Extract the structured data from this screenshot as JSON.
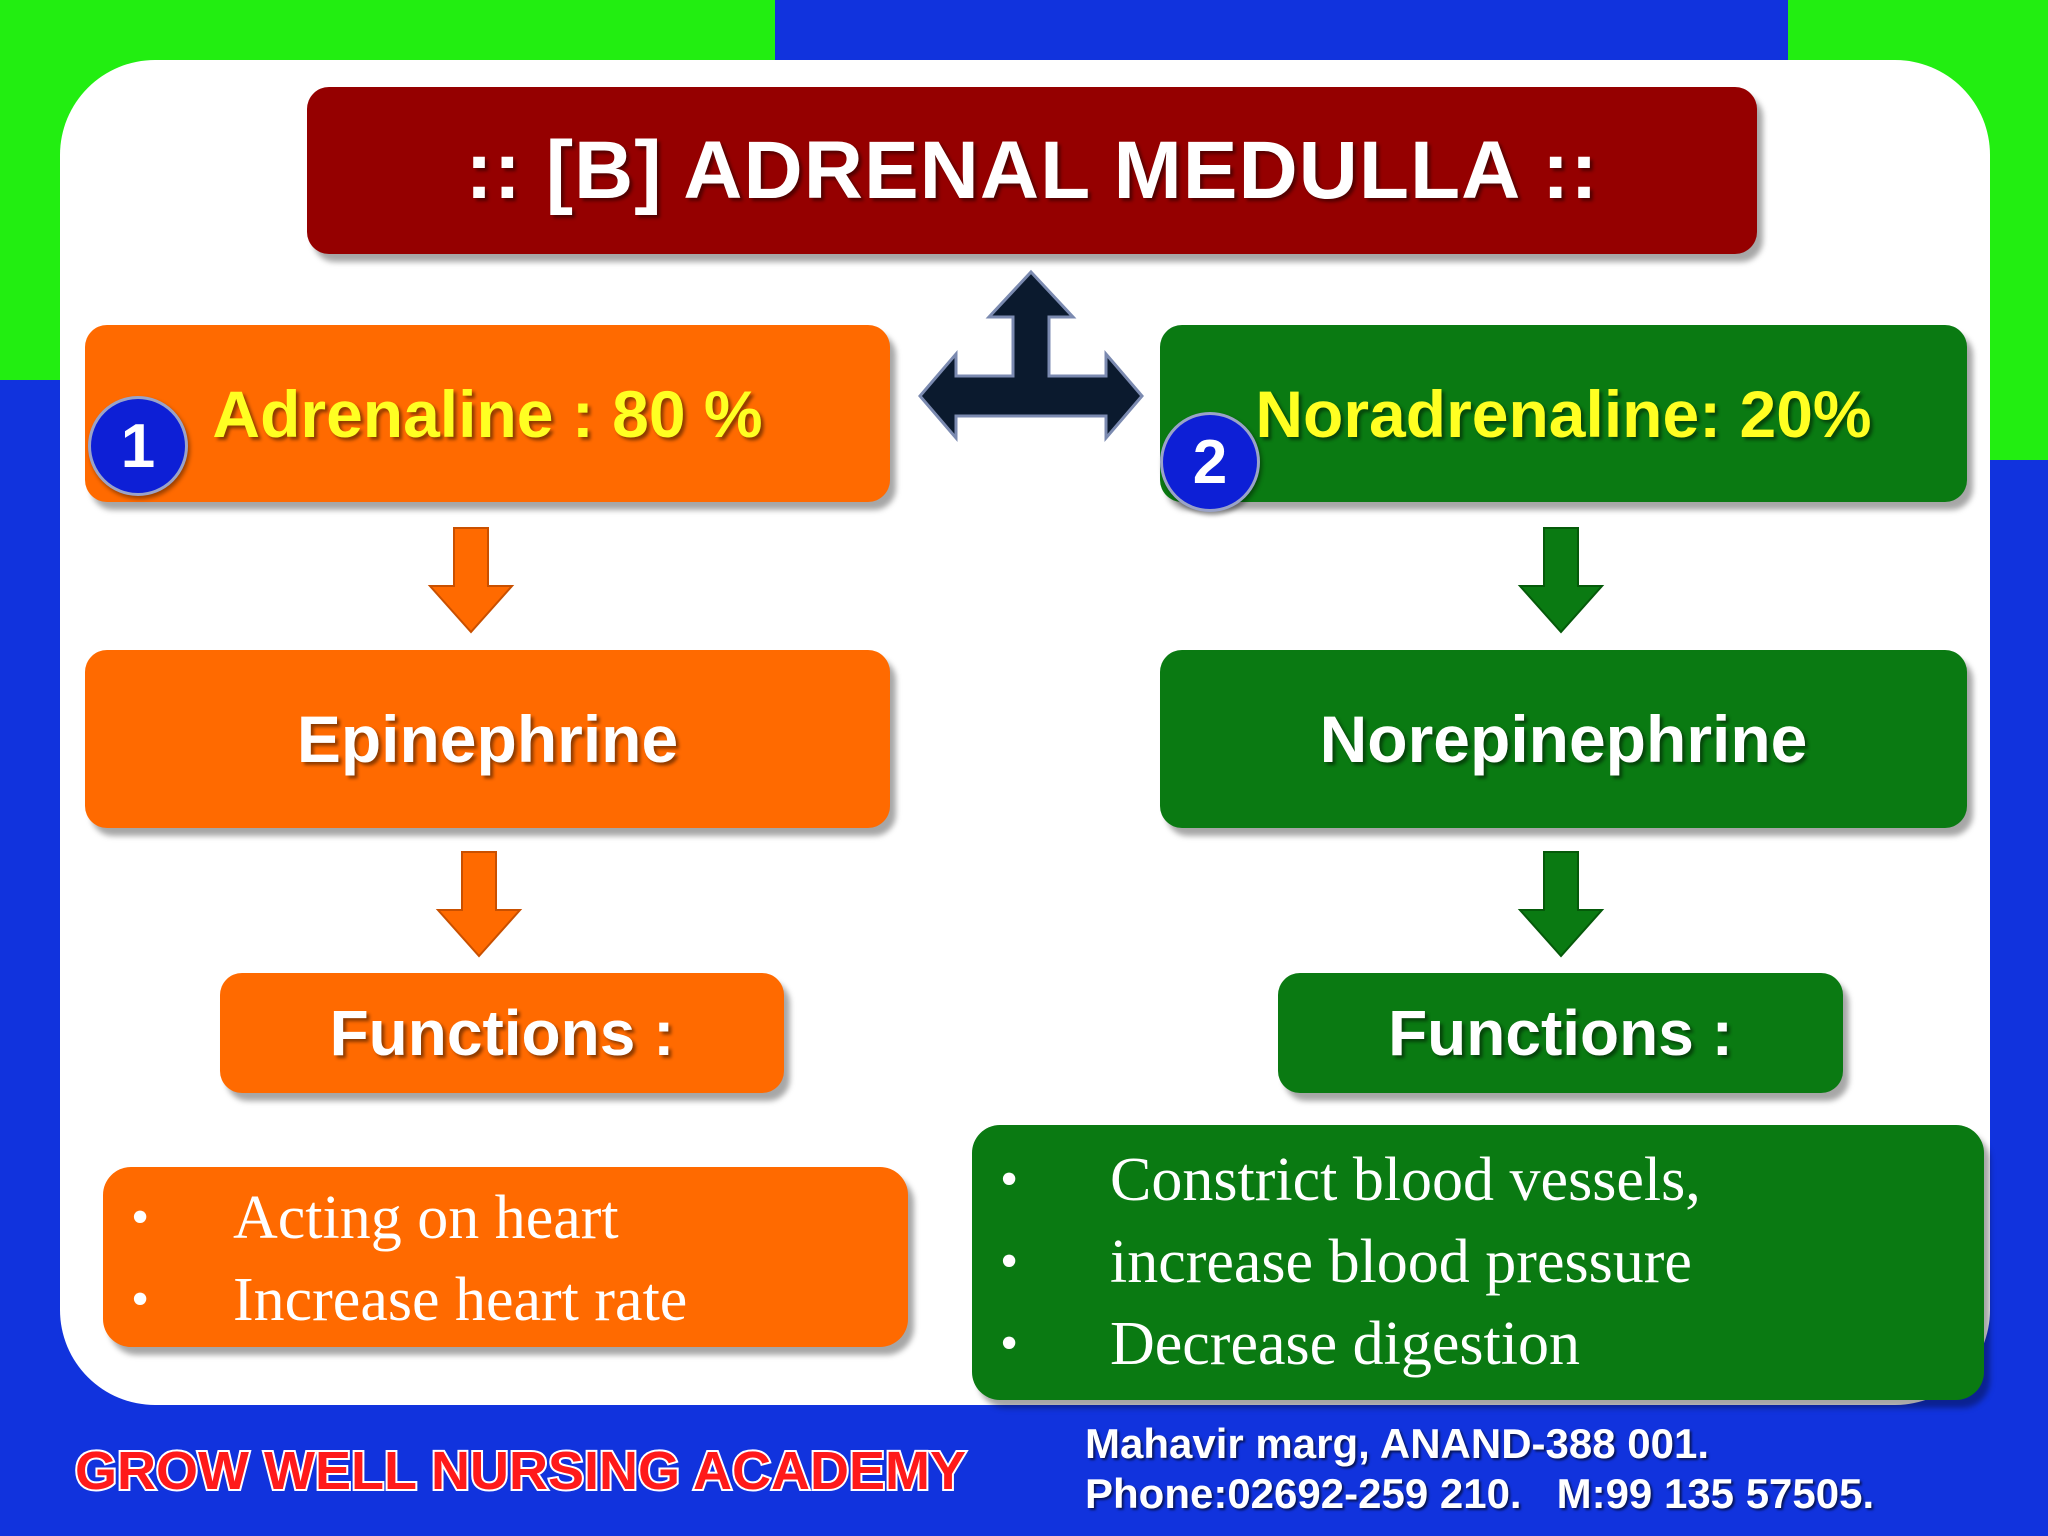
{
  "title": ":: [B]  ADRENAL   MEDULLA ::",
  "left": {
    "badge": "1",
    "header": "Adrenaline  : 80 %",
    "hormone": "Epinephrine",
    "functions_label": "Functions :",
    "functions": [
      "Acting on heart",
      "Increase heart rate"
    ],
    "color": "#ff6a00"
  },
  "right": {
    "badge": "2",
    "header": "Noradrenaline: 20%",
    "hormone": "Norepinephrine",
    "functions_label": "Functions :",
    "functions": [
      "Constrict blood vessels,",
      "increase blood pressure",
      "Decrease digestion"
    ],
    "color": "#0a7a12"
  },
  "footer": {
    "academy": "GROW WELL NURSING ACADEMY",
    "address": "Mahavir marg, ANAND-388 001.",
    "phone": "Phone:02692-259 210.   M:99 135 57505."
  },
  "icons": [
    "three-way-arrow-icon",
    "down-arrow-icon"
  ],
  "colors": {
    "title_bg": "#950000",
    "accent_yellow": "#ffff22",
    "frame_blue": "#1133dd",
    "frame_green": "#22ee11"
  }
}
